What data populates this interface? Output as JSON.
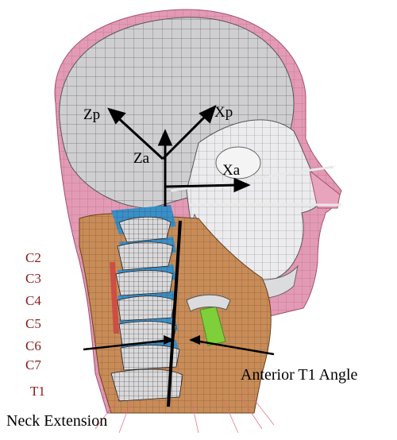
{
  "figure": {
    "axes": {
      "zp": "Zp",
      "xp": "Xp",
      "za": "Za",
      "xa": "Xa"
    },
    "vertebrae": [
      "C2",
      "C3",
      "C4",
      "C5",
      "C6",
      "C7",
      "T1"
    ],
    "annotations": {
      "anterior_t1_angle": "Anterior T1 Angle",
      "neck_extension": "Neck Extension"
    },
    "colors": {
      "skin": "#d98aa8",
      "skull": "#c9c9cc",
      "face_mesh": "#e6e6e8",
      "muscle": "#c48a55",
      "discs": "#3b8fc7",
      "vertebra_text": "#8b1a1a",
      "green_tissue": "#7ecf3a"
    }
  }
}
